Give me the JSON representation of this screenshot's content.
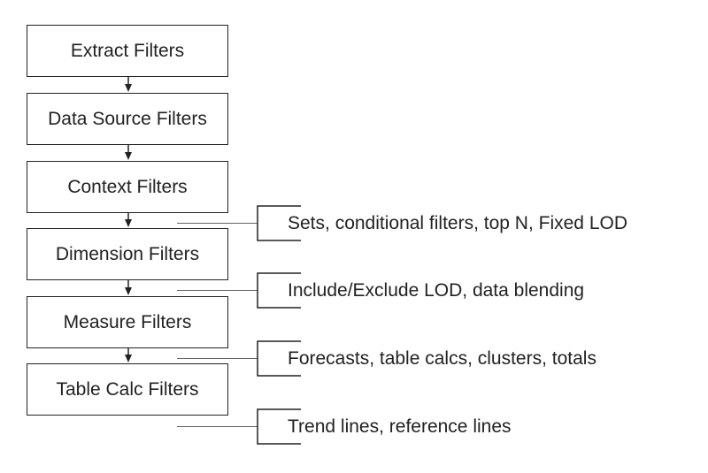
{
  "flow": {
    "steps": [
      {
        "label": "Extract Filters"
      },
      {
        "label": "Data Source Filters"
      },
      {
        "label": "Context Filters"
      },
      {
        "label": "Dimension Filters"
      },
      {
        "label": "Measure Filters"
      },
      {
        "label": "Table Calc Filters"
      }
    ]
  },
  "annotations": [
    {
      "label": "Sets, conditional filters, top N, Fixed LOD"
    },
    {
      "label": "Include/Exclude LOD, data blending"
    },
    {
      "label": "Forecasts, table calcs, clusters, totals"
    },
    {
      "label": "Trend lines, reference lines"
    }
  ],
  "colors": {
    "line": "#222222",
    "connector": "#666666",
    "background": "#ffffff"
  }
}
